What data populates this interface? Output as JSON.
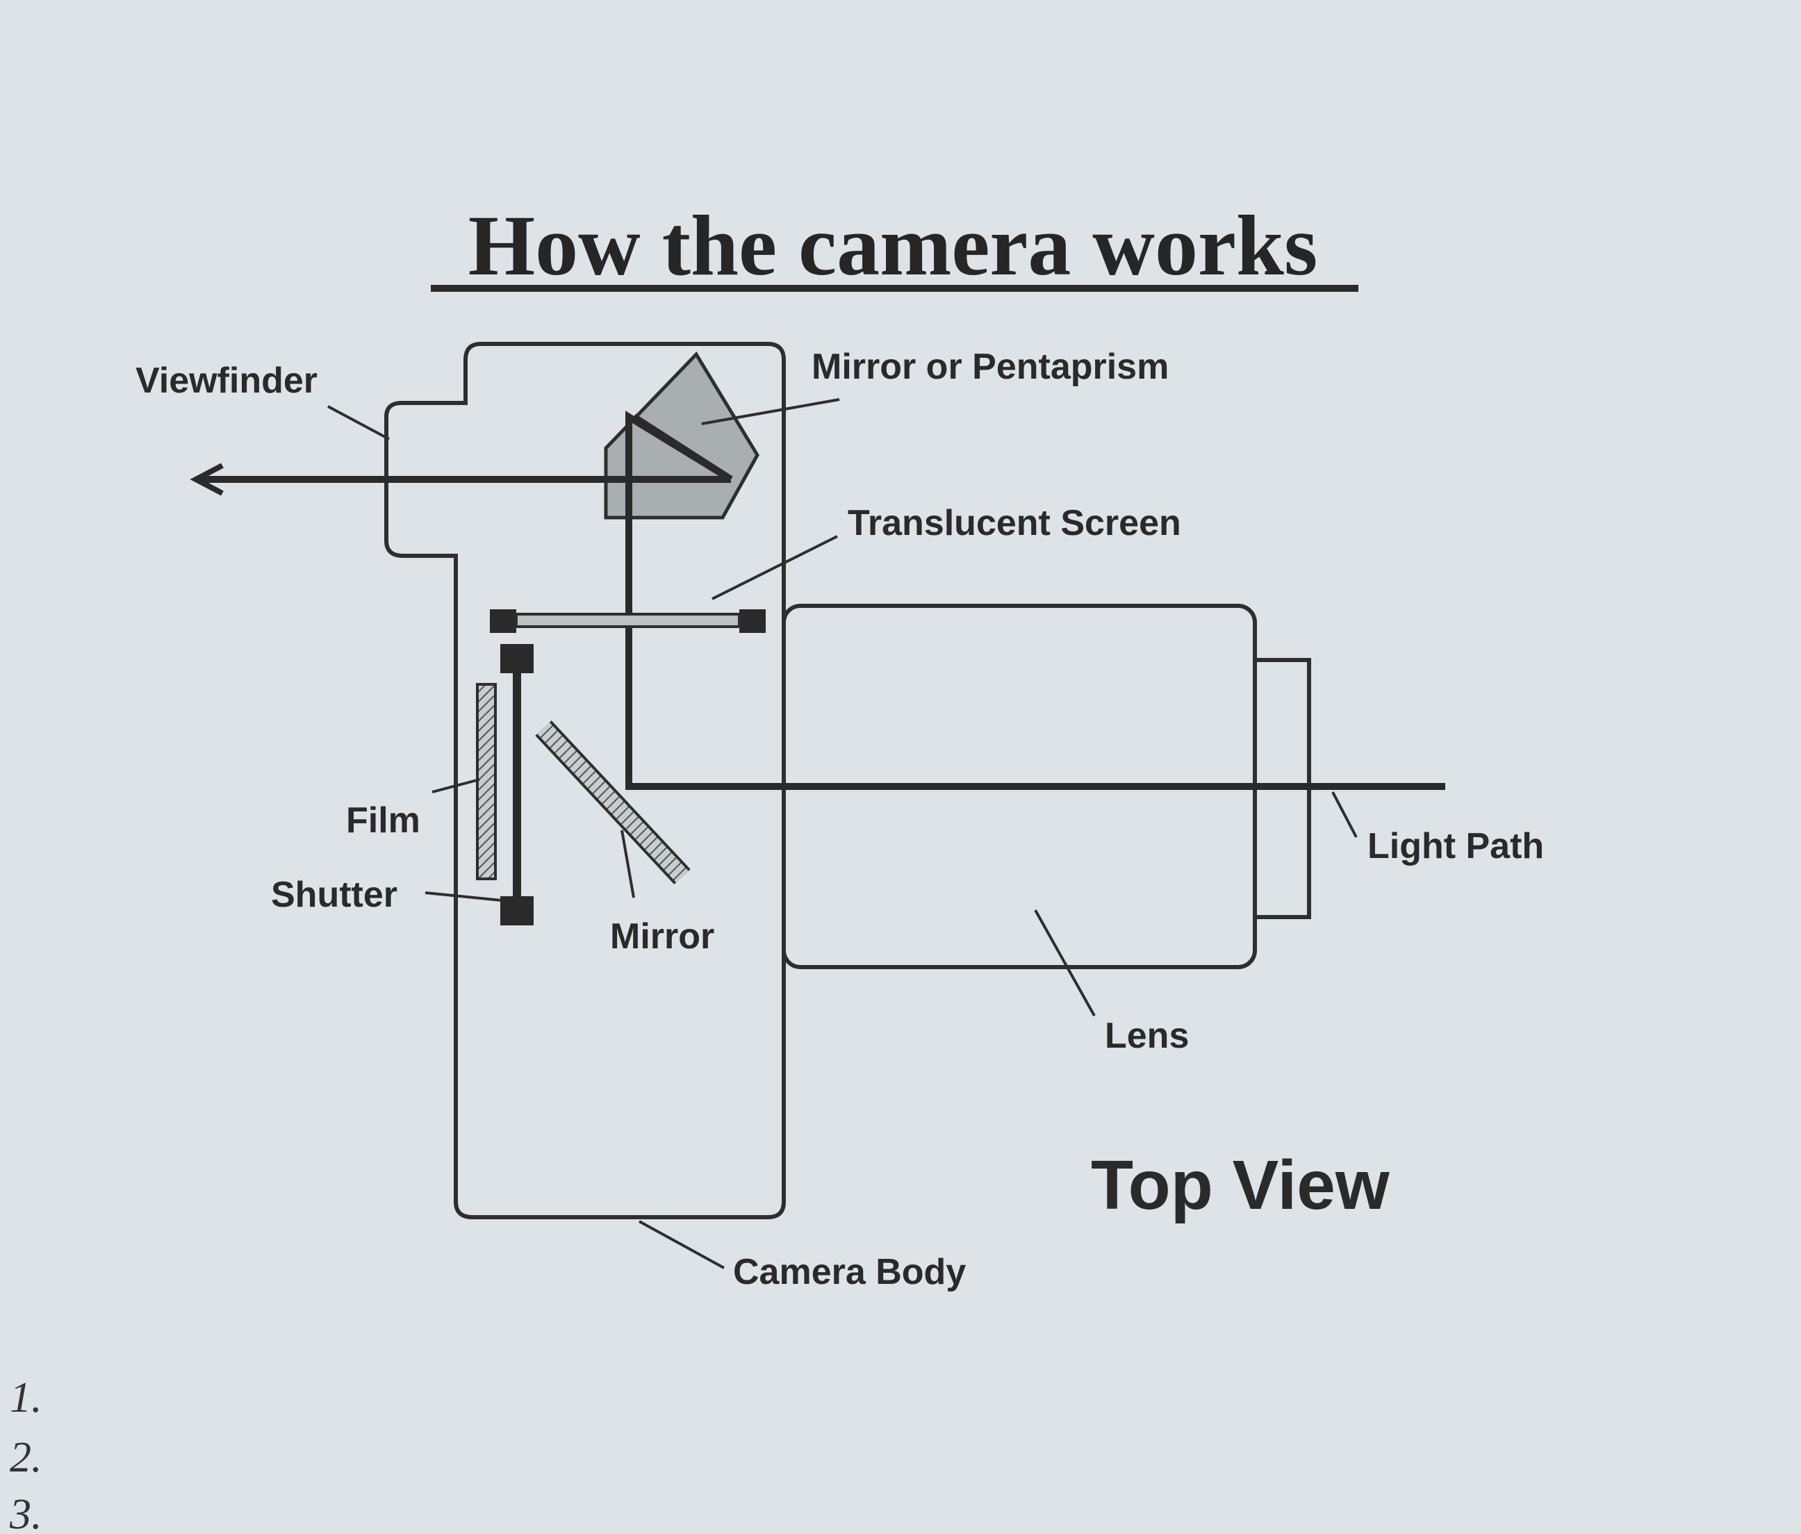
{
  "title": "How the camera works",
  "labels": {
    "viewfinder": "Viewfinder",
    "mirror_or_pentaprism": "Mirror or Pentaprism",
    "translucent_screen": "Translucent Screen",
    "film": "Film",
    "shutter": "Shutter",
    "mirror": "Mirror",
    "light_path": "Light Path",
    "lens": "Lens",
    "top_view": "Top View",
    "camera_body": "Camera Body"
  },
  "list": [
    "1.",
    "2.",
    "3."
  ],
  "colors": {
    "paper": "#dde3e6",
    "ink": "#2a2a2a",
    "prism_fill": "#a9aeb0",
    "screen_fill": "#bcc1c3"
  }
}
